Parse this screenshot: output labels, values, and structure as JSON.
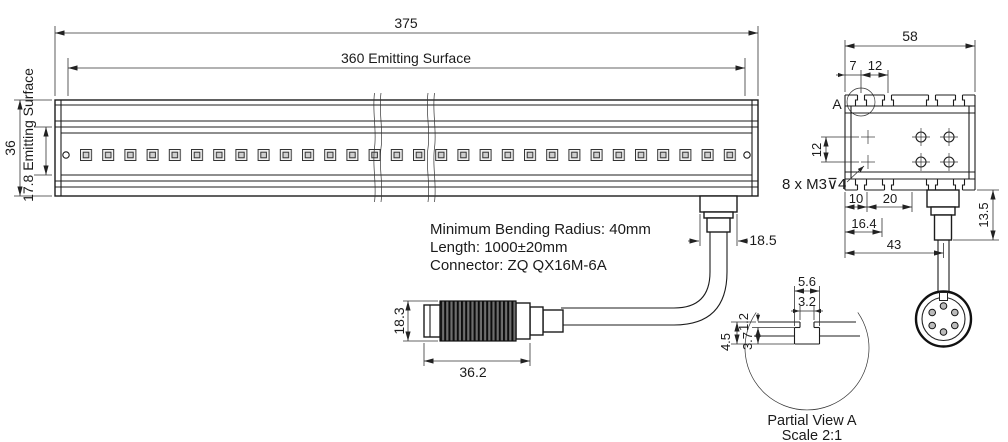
{
  "front_view": {
    "dim_overall": "375",
    "dim_emitting": "360 Emitting Surface",
    "dim_height": "36",
    "dim_emitting_height": "17.8 Emitting Surface",
    "dim_gland": "18.5",
    "note_line1": "Minimum Bending Radius: 40mm",
    "note_line2": "Length: 1000±20mm",
    "note_line3": "Connector: ZQ QX16M-6A",
    "dim_connector_dia": "18.3",
    "dim_connector_len": "36.2"
  },
  "side_view": {
    "dim_width": "58",
    "dim_7": "7",
    "dim_12_top": "12",
    "label_a": "A",
    "dim_12_holes": "12",
    "thread_note": "8 x M3⊽4",
    "dim_10": "10",
    "dim_20": "20",
    "dim_16_4": "16.4",
    "dim_43": "43",
    "dim_13_5": "13.5"
  },
  "partial_view_a": {
    "dim_5_6": "5.6",
    "dim_3_2": "3.2",
    "dim_1_2": "1.2",
    "dim_3_7": "3.7",
    "dim_4_5": "4.5",
    "caption": "Partial View A",
    "scale": "Scale 2:1"
  }
}
